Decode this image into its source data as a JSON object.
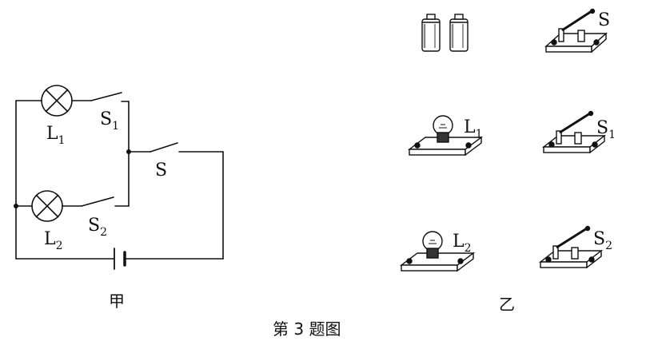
{
  "diagram": {
    "jia": {
      "caption": "甲",
      "lamp_1": {
        "letter": "L",
        "sub": "1"
      },
      "lamp_2": {
        "letter": "L",
        "sub": "2"
      },
      "switch_1": {
        "letter": "S",
        "sub": "1"
      },
      "switch_2": {
        "letter": "S",
        "sub": "2"
      },
      "switch_main": {
        "letter": "S"
      }
    },
    "yi": {
      "caption": "乙",
      "switch_s": {
        "letter": "S"
      },
      "bulb_1": {
        "letter": "L",
        "sub": "1"
      },
      "switch_1": {
        "letter": "S",
        "sub": "1"
      },
      "bulb_2": {
        "letter": "L",
        "sub": "2"
      },
      "switch_2": {
        "letter": "S",
        "sub": "2"
      }
    },
    "figure_caption": "第 3 题图"
  },
  "colors": {
    "ink": "#111111",
    "paper": "#ffffff"
  }
}
